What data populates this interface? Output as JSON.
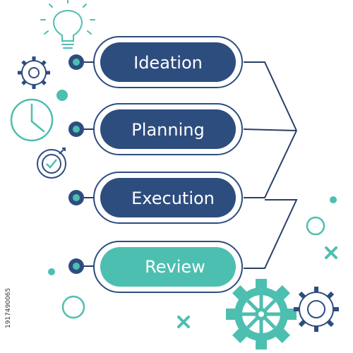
{
  "steps": [
    {
      "label": "Ideation",
      "fill": "#2e4d7f"
    },
    {
      "label": "Planning",
      "fill": "#2e4d7f"
    },
    {
      "label": "Execution",
      "fill": "#2e4d7f"
    },
    {
      "label": "Review",
      "fill": "#4dbfb0"
    }
  ],
  "colors": {
    "navy": "#2e4d7f",
    "teal": "#4dbfb0",
    "line": "#2a3f66"
  },
  "side_id": "1917490065",
  "icons": [
    "lightbulb-icon",
    "gear-icon",
    "clock-icon",
    "target-check-icon",
    "cross-icon",
    "circle-icon"
  ]
}
